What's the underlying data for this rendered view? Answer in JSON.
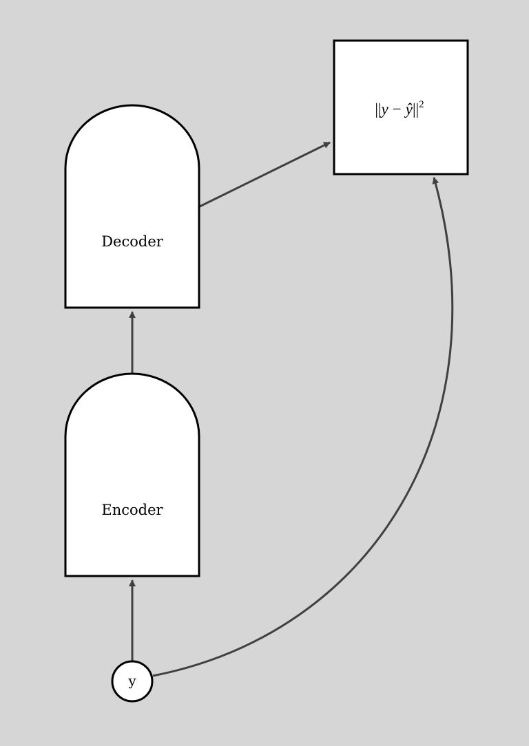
{
  "diagram": {
    "background_color": "#d6d6d6",
    "node_fill": "#ffffff",
    "node_stroke": "#000000",
    "edge_color": "#404040",
    "nodes": {
      "decoder": {
        "label": "Decoder"
      },
      "encoder": {
        "label": "Encoder"
      },
      "loss": {
        "label_parts": {
          "open": "||",
          "y": "y",
          "minus": "−",
          "yhat": "ŷ",
          "close": "||",
          "exp": "2"
        }
      },
      "input": {
        "label": "y"
      }
    },
    "edges": [
      {
        "from": "input",
        "to": "encoder"
      },
      {
        "from": "encoder",
        "to": "decoder"
      },
      {
        "from": "decoder",
        "to": "loss"
      },
      {
        "from": "input",
        "to": "loss"
      }
    ]
  }
}
